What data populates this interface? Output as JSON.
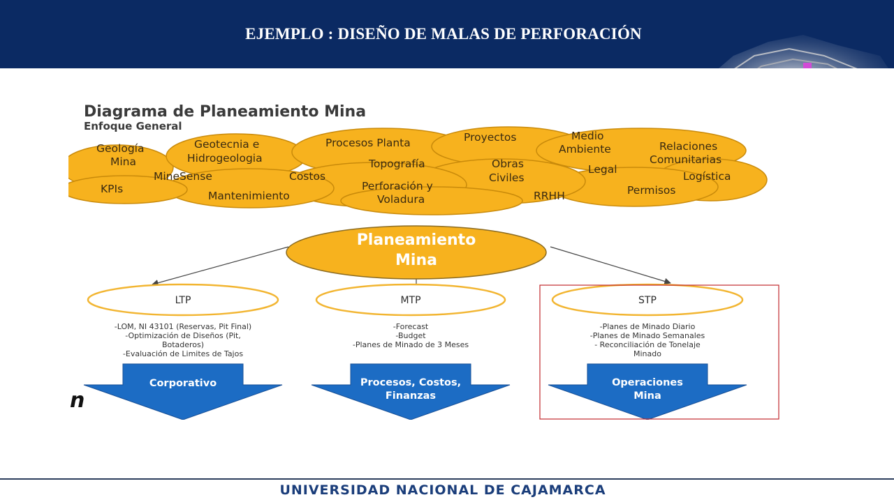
{
  "slide": {
    "title": "EJEMPLO : DISEÑO DE MALAS DE PERFORACIÓN",
    "footer": "UNIVERSIDAD NACIONAL DE CAJAMARCA"
  },
  "diagram": {
    "title": "Diagrama de Planeamiento Mina",
    "subtitle": "Enfoque General",
    "cloud_items": [
      "Geología",
      "Mina",
      "Geotecnia e",
      "Hidrogeologia",
      "Procesos Planta",
      "Proyectos",
      "Medio",
      "Ambiente",
      "Relaciones",
      "Comunitarias",
      "KPIs",
      "MineSense",
      "Costos",
      "Topografía",
      "Obras",
      "Civiles",
      "Legal",
      "Logística",
      "Mantenimiento",
      "Perforación y",
      "Voladura",
      "RRHH",
      "Permisos"
    ],
    "center_node": [
      "Planeamiento",
      "Mina"
    ],
    "levels": [
      {
        "label": "LTP",
        "description": [
          "-LOM, NI 43101 (Reservas, Pit Final)",
          "-Optimización de Diseños (Pit,",
          "Botaderos)",
          "-Evaluación de Limites de Tajos"
        ],
        "target": [
          "Corporativo"
        ]
      },
      {
        "label": "MTP",
        "description": [
          "-Forecast",
          "-Budget",
          "-Planes de Minado de 3 Meses"
        ],
        "target": [
          "Procesos, Costos,",
          "Finanzas"
        ]
      },
      {
        "label": "STP",
        "description": [
          "-Planes de Minado Diario",
          "-Planes de Minado Semanales",
          "- Reconciliación de Tonelaje",
          "Minado"
        ],
        "target": [
          "Operaciones",
          "Mina"
        ]
      }
    ],
    "logo_fragment": "n"
  },
  "colors": {
    "header_bg": "#0b2a63",
    "cloud_fill": "#f7b21e",
    "cloud_stroke": "#c98a0a",
    "arrow_blue": "#1c6cc4",
    "highlight_box": "#c0282d",
    "footer_text": "#1a3d7a"
  }
}
